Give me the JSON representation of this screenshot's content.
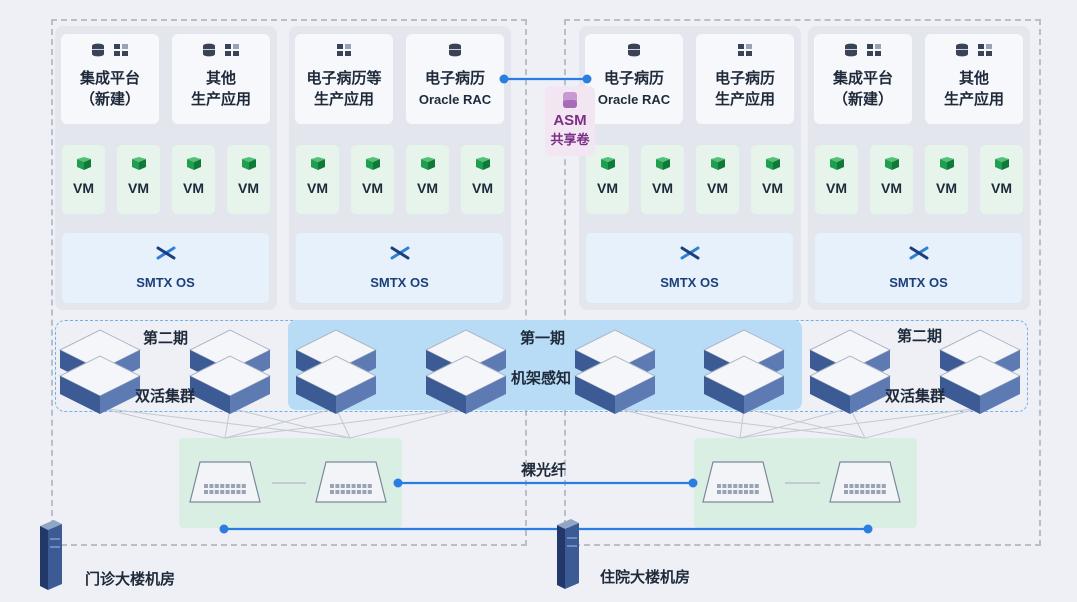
{
  "rooms": [
    {
      "label": "门诊大楼机房"
    },
    {
      "label": "住院大楼机房"
    }
  ],
  "groups": [
    {
      "apps": [
        {
          "line1": "集成平台",
          "line2": "（新建）",
          "icons": [
            "database-icon",
            "cluster-icon"
          ]
        },
        {
          "line1": "其他",
          "line2": "生产应用",
          "icons": [
            "database-icon",
            "cluster-icon"
          ]
        }
      ],
      "vms": [
        "VM",
        "VM",
        "VM",
        "VM"
      ],
      "os": "SMTX OS"
    },
    {
      "apps": [
        {
          "line1": "电子病历等",
          "line2": "生产应用",
          "icons": [
            "cluster-icon"
          ]
        },
        {
          "line1": "电子病历",
          "line2": "Oracle RAC",
          "icons": [
            "database-icon"
          ]
        }
      ],
      "vms": [
        "VM",
        "VM",
        "VM",
        "VM"
      ],
      "os": "SMTX OS"
    },
    {
      "apps": [
        {
          "line1": "电子病历",
          "line2": "Oracle RAC",
          "icons": [
            "database-icon"
          ]
        },
        {
          "line1": "电子病历",
          "line2": "生产应用",
          "icons": [
            "cluster-icon"
          ]
        }
      ],
      "vms": [
        "VM",
        "VM",
        "VM",
        "VM"
      ],
      "os": "SMTX OS"
    },
    {
      "apps": [
        {
          "line1": "集成平台",
          "line2": "（新建）",
          "icons": [
            "database-icon",
            "cluster-icon"
          ]
        },
        {
          "line1": "其他",
          "line2": "生产应用",
          "icons": [
            "database-icon",
            "cluster-icon"
          ]
        }
      ],
      "vms": [
        "VM",
        "VM",
        "VM",
        "VM"
      ],
      "os": "SMTX OS"
    }
  ],
  "asm": {
    "line1": "ASM",
    "line2": "共享卷"
  },
  "clusters": {
    "left": {
      "phase": "第二期",
      "name": "双活集群"
    },
    "middle": {
      "phase": "第一期",
      "name": "机架感知"
    },
    "right": {
      "phase": "第二期",
      "name": "双活集群"
    }
  },
  "network": {
    "fiber_label": "裸光纤"
  },
  "colors": {
    "background": "#eef0f6",
    "vm_green": "#1e9e4e",
    "os_blue": "#2e7fd8",
    "link_blue": "#2a7de1",
    "asm_purple": "#7a2f86",
    "rack_highlight": "#b8dcf6",
    "switch_zone": "#d9efe3"
  }
}
